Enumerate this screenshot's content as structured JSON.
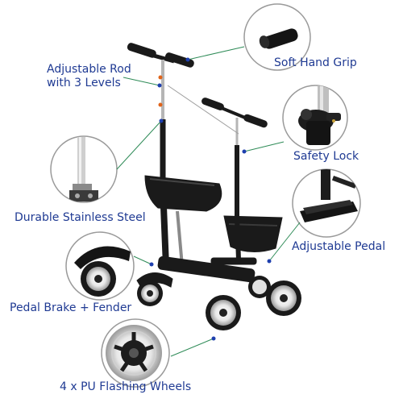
{
  "labels": {
    "adjustable_rod_line1": "Adjustable Rod",
    "adjustable_rod_line2": "with 3 Levels",
    "soft_hand_grip": "Soft Hand Grip",
    "safety_lock": "Safety Lock",
    "durable_stainless_steel": "Durable Stainless Steel",
    "adjustable_pedal": "Adjustable Pedal",
    "pedal_brake_fender": "Pedal Brake + Fender",
    "pu_flashing_wheels": "4 x PU Flashing Wheels"
  },
  "colors": {
    "label_text": "#1f3a93",
    "leader_line": "#2e8b57",
    "leader_dot": "#1e3fae",
    "circle_border": "#9a9a9a",
    "product_body": "#1a1a1a",
    "wheel_glow": "#f4f4f4"
  }
}
